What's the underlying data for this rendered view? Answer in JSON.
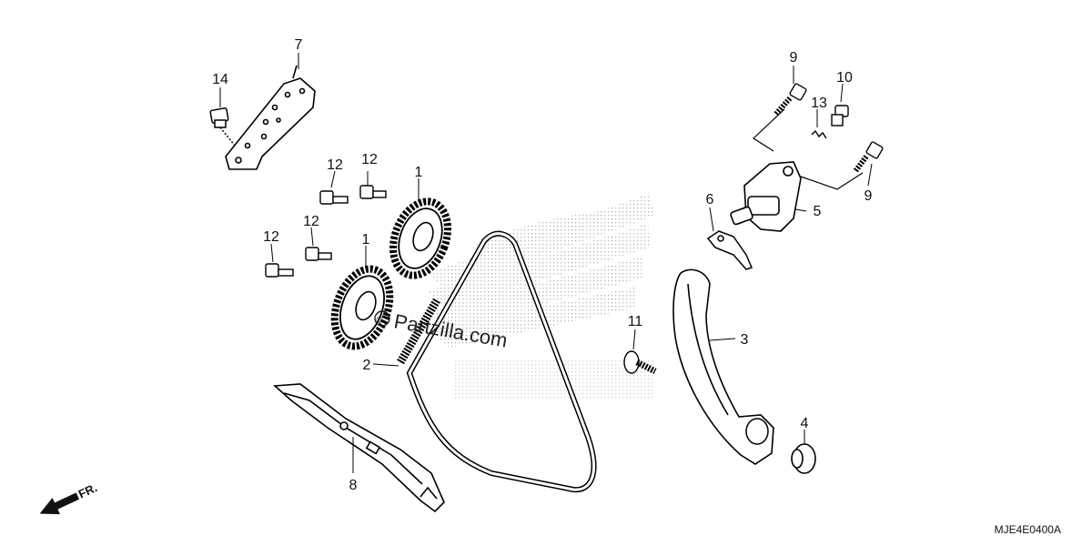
{
  "watermark": "Partzilla.com",
  "diagram_code": "MJE4E0400A",
  "front_label": "FR.",
  "callouts": {
    "c7": "7",
    "c14": "14",
    "c12a": "12",
    "c12b": "12",
    "c12c": "12",
    "c12d": "12",
    "c1a": "1",
    "c1b": "1",
    "c2": "2",
    "c8": "8",
    "c9a": "9",
    "c9b": "9",
    "c10": "10",
    "c13": "13",
    "c5": "5",
    "c6": "6",
    "c3": "3",
    "c11": "11",
    "c4": "4"
  }
}
